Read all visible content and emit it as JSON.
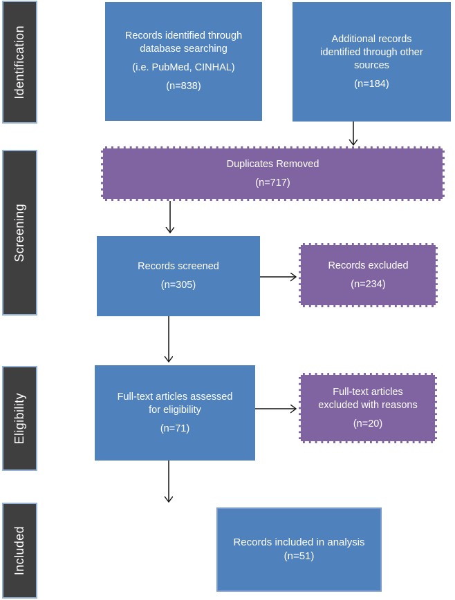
{
  "stages": [
    {
      "label": "Identification"
    },
    {
      "label": "Screening"
    },
    {
      "label": "Eligibility"
    },
    {
      "label": "Included"
    }
  ],
  "boxes": {
    "records_identified": {
      "style": "blue",
      "lines": [
        "Records identified through",
        "database searching",
        "(i.e. PubMed, CINHAL)",
        "(n=838)"
      ],
      "n": 838
    },
    "additional_records": {
      "style": "blue",
      "lines": [
        "Additional records",
        "identified through other",
        "sources",
        "(n=184)"
      ],
      "n": 184
    },
    "duplicates_removed": {
      "style": "purple-dashed",
      "lines": [
        "Duplicates Removed",
        "(n=717)"
      ],
      "n": 717
    },
    "records_screened": {
      "style": "blue",
      "lines": [
        "Records screened",
        "(n=305)"
      ],
      "n": 305
    },
    "records_excluded": {
      "style": "purple-dashed",
      "lines": [
        "Records excluded",
        "(n=234)"
      ],
      "n": 234
    },
    "fulltext_assessed": {
      "style": "blue",
      "lines": [
        "Full-text articles assessed",
        "for eligibility",
        "(n=71)"
      ],
      "n": 71
    },
    "fulltext_excluded": {
      "style": "purple-dashed",
      "lines": [
        "Full-text articles",
        "excluded with reasons",
        "(n=20)"
      ],
      "n": 20
    },
    "records_included": {
      "style": "blue",
      "lines": [
        "Records included in analysis",
        "(n=51)"
      ],
      "n": 51
    }
  },
  "colors": {
    "box_blue": "#4f81bd",
    "box_purple": "#8064a2",
    "stage_bar_fill": "#3f3f3f",
    "stage_bar_border": "#95b3d7",
    "included_box_border": "#7a99cc",
    "text": "#ffffff",
    "arrow": "#111111"
  }
}
